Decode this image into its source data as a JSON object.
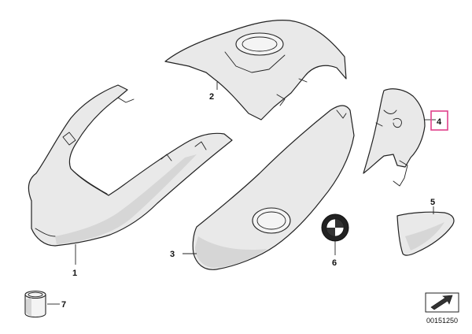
{
  "callouts": {
    "c1": "1",
    "c2": "2",
    "c3": "3",
    "c4": "4",
    "c5": "5",
    "c6": "6",
    "c7": "7"
  },
  "highlighted_callout": "4",
  "highlight_color": "#e0408a",
  "document_number": "00151250",
  "icons": {
    "direction": "arrow-box-icon",
    "emblem": "roundel-emblem-icon"
  }
}
